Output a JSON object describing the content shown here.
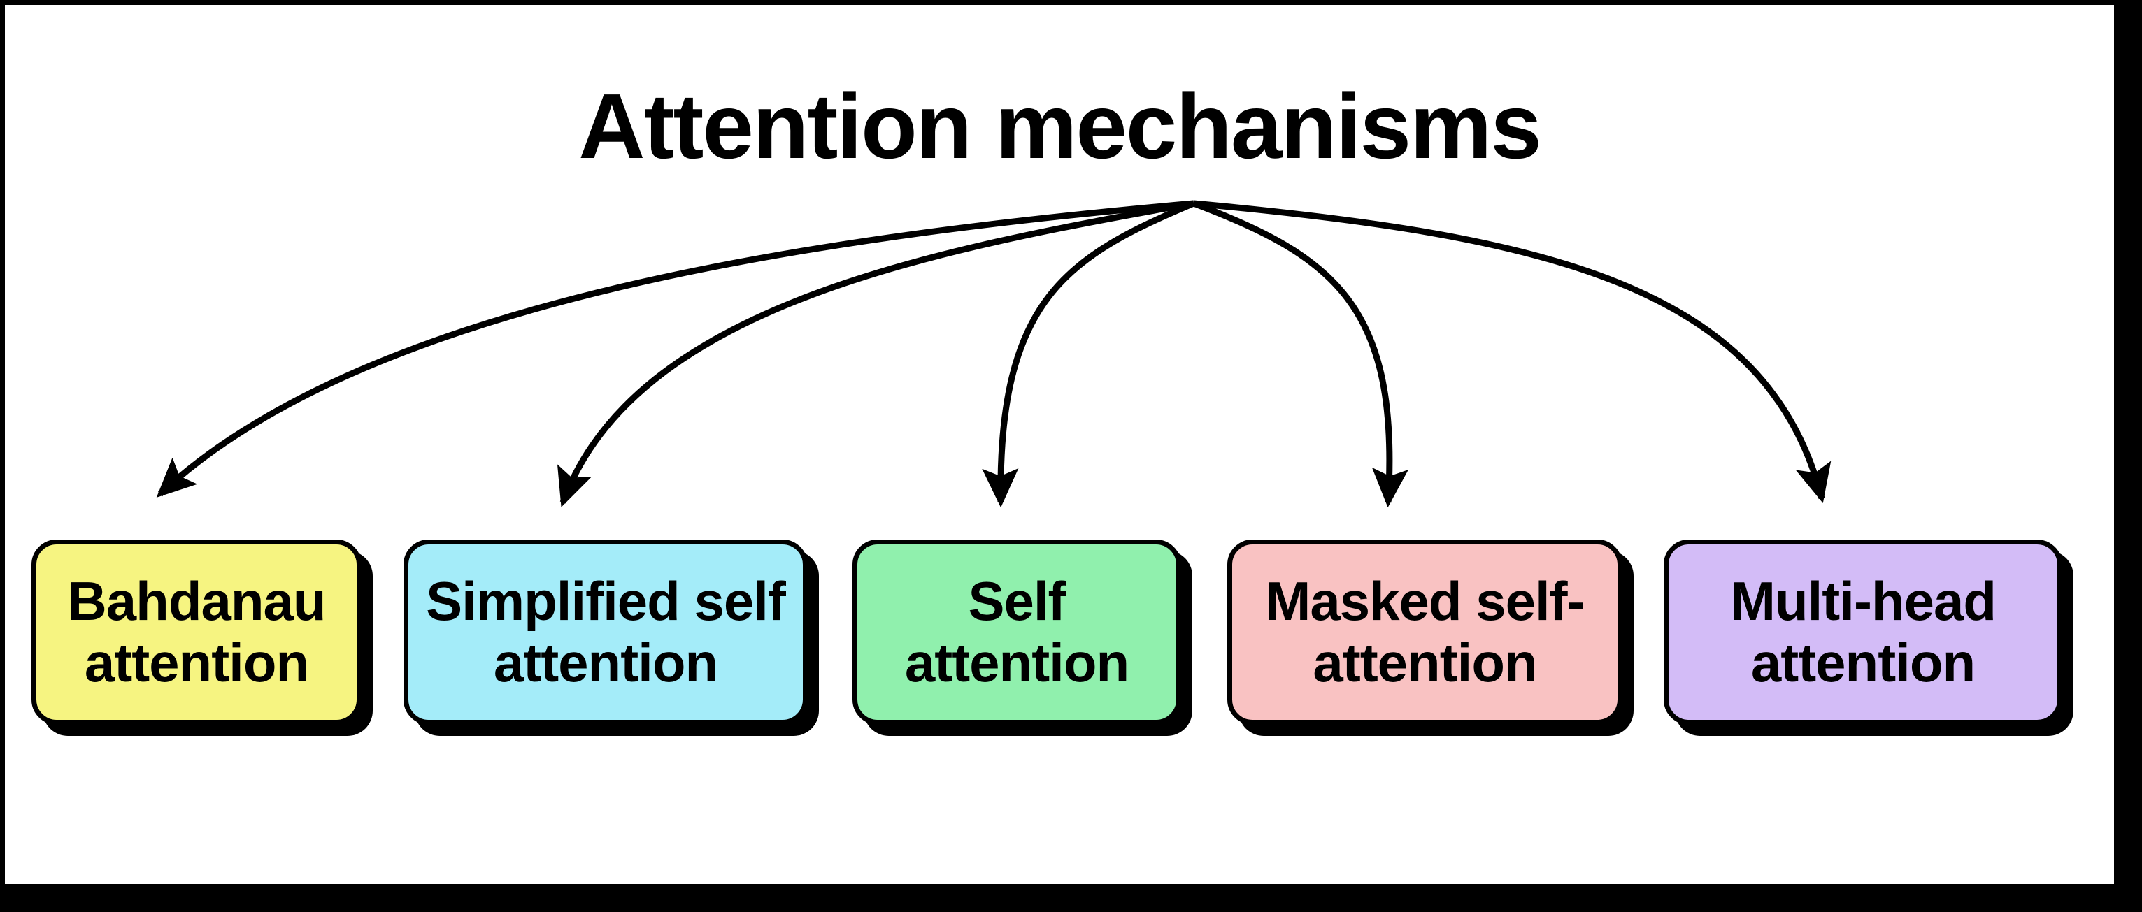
{
  "diagram": {
    "title": "Attention mechanisms",
    "type": "tree",
    "root_label": "Attention mechanisms",
    "frame_color": "#000000",
    "background_color": "#FFFFFF",
    "text_color": "#000000",
    "border_color": "#000000",
    "shadow_color": "#000000",
    "nodes": [
      {
        "id": "bahdanau-attention",
        "label": "Bahdanau\nattention",
        "line1": "Bahdanau",
        "line2": "attention",
        "color": "#F6F481",
        "color_name": "yellow"
      },
      {
        "id": "simplified-self-attention",
        "label": "Simplified self\nattention",
        "line1": "Simplified self",
        "line2": "attention",
        "color": "#A4ECF9",
        "color_name": "light-blue"
      },
      {
        "id": "self-attention",
        "label": "Self\nattention",
        "line1": "Self",
        "line2": "attention",
        "color": "#90F0AD",
        "color_name": "green"
      },
      {
        "id": "masked-self-attention",
        "label": "Masked self-\nattention",
        "line1": "Masked self-",
        "line2": "attention",
        "color": "#F9C2C2",
        "color_name": "pink"
      },
      {
        "id": "multi-head-attention",
        "label": "Multi-head\nattention",
        "line1": "Multi-head",
        "line2": "attention",
        "color": "#D3BCF7",
        "color_name": "purple"
      }
    ],
    "edges": [
      {
        "from": "root",
        "to": "bahdanau-attention",
        "style": "curved-arrow"
      },
      {
        "from": "root",
        "to": "simplified-self-attention",
        "style": "curved-arrow"
      },
      {
        "from": "root",
        "to": "self-attention",
        "style": "curved-arrow"
      },
      {
        "from": "root",
        "to": "masked-self-attention",
        "style": "curved-arrow"
      },
      {
        "from": "root",
        "to": "multi-head-attention",
        "style": "curved-arrow"
      }
    ]
  }
}
